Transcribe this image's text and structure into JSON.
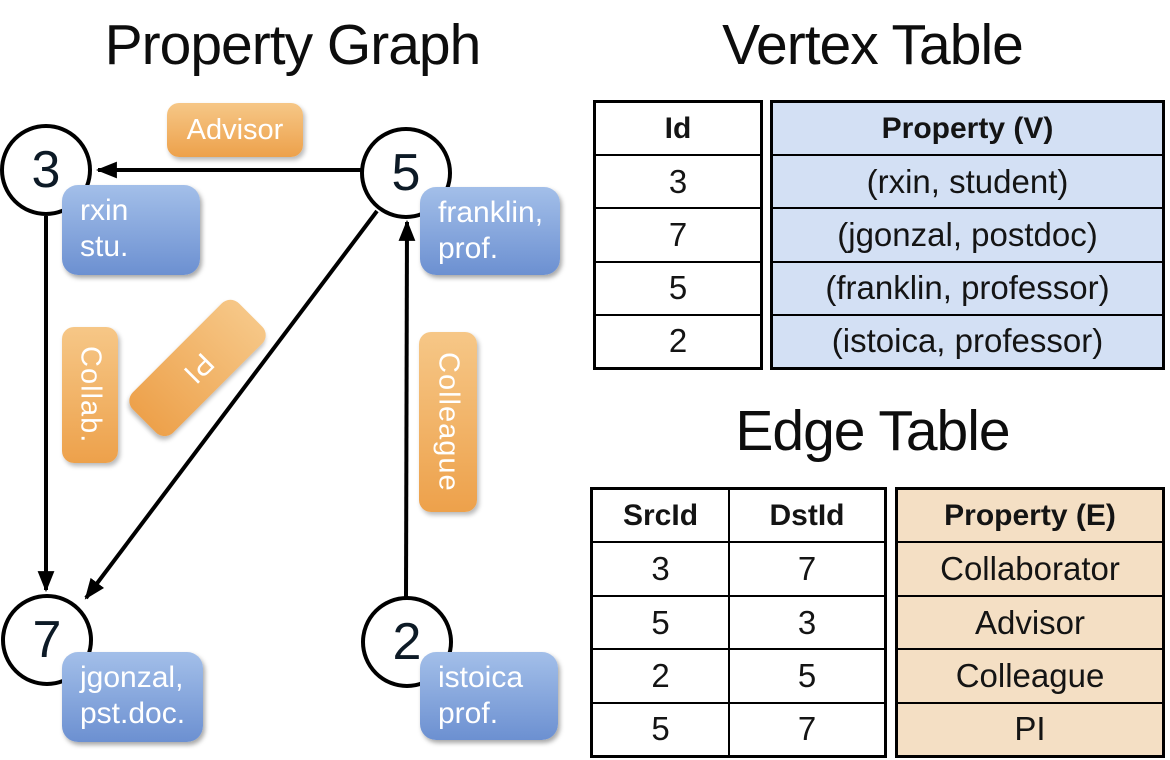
{
  "titles": {
    "graph": "Property Graph",
    "vertex_table": "Vertex Table",
    "edge_table": "Edge Table"
  },
  "graph": {
    "vertices": [
      {
        "id": "3",
        "property_lines": [
          "rxin",
          "stu."
        ]
      },
      {
        "id": "5",
        "property_lines": [
          "franklin,",
          "prof."
        ]
      },
      {
        "id": "7",
        "property_lines": [
          "jgonzal,",
          "pst.doc."
        ]
      },
      {
        "id": "2",
        "property_lines": [
          "istoica",
          "prof."
        ]
      }
    ],
    "edge_labels": {
      "advisor": "Advisor",
      "collab": "Collab.",
      "pi": "PI",
      "colleague": "Colleague"
    }
  },
  "vertex_table": {
    "columns": [
      "Id",
      "Property (V)"
    ],
    "rows": [
      [
        "3",
        "(rxin, student)"
      ],
      [
        "7",
        "(jgonzal, postdoc)"
      ],
      [
        "5",
        "(franklin, professor)"
      ],
      [
        "2",
        "(istoica, professor)"
      ]
    ]
  },
  "edge_table": {
    "columns": [
      "SrcId",
      "DstId",
      "Property (E)"
    ],
    "rows": [
      [
        "3",
        "7",
        "Collaborator"
      ],
      [
        "5",
        "3",
        "Advisor"
      ],
      [
        "2",
        "5",
        "Colleague"
      ],
      [
        "5",
        "7",
        "PI"
      ]
    ]
  },
  "colors": {
    "orange-light": "#f6c787",
    "orange-dark": "#eda14b",
    "blue-light": "#a3bfe9",
    "blue-dark": "#6c90d1",
    "vertex-cell-bg": "#d3e0f4",
    "edge-cell-bg": "#f4dfc4",
    "line": "#000000"
  }
}
